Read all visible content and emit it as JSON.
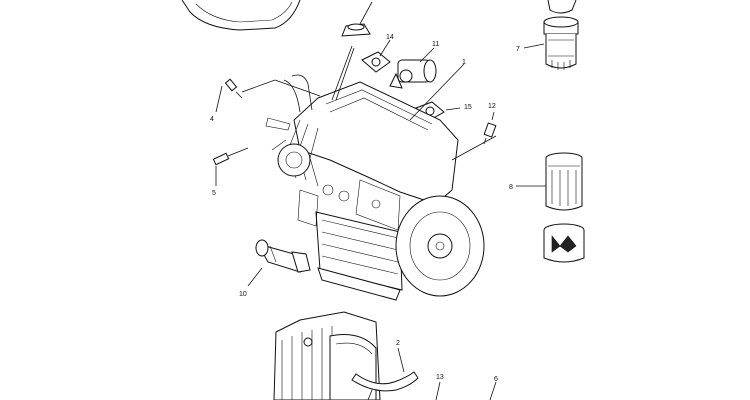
{
  "callouts": {
    "c1": "1",
    "c2": "2",
    "c4": "4",
    "c5": "5",
    "c6": "6",
    "c7": "7",
    "c8": "8",
    "c10": "10",
    "c11": "11",
    "c12": "12",
    "c13": "13",
    "c14": "14",
    "c15": "15"
  }
}
